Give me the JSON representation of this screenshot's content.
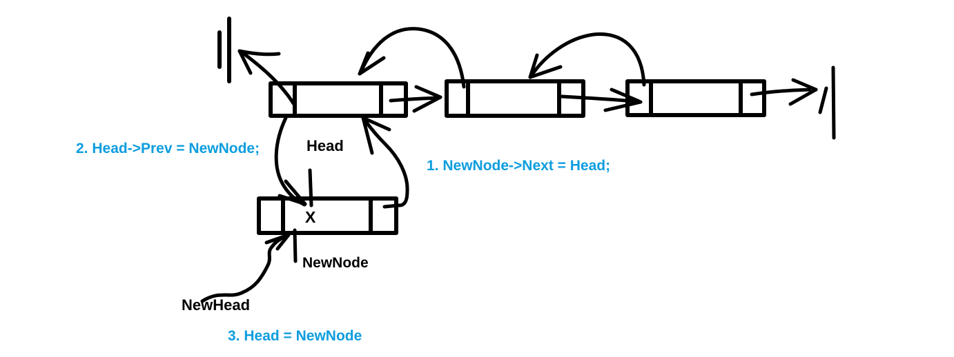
{
  "diagram": {
    "description": "Hand-drawn sketch of inserting a new node at the head of a doubly linked list",
    "colors": {
      "ink": "#000000",
      "step_text": "#0d9dde",
      "background": "#ffffff"
    },
    "labels": {
      "head": "Head",
      "new_node": "NewNode",
      "new_head": "NewHead",
      "new_node_value": "X"
    },
    "steps": [
      {
        "order": 1,
        "text": "1. NewNode->Next = Head;"
      },
      {
        "order": 2,
        "text": "2. Head->Prev = NewNode;"
      },
      {
        "order": 3,
        "text": "3. Head = NewNode"
      }
    ]
  }
}
